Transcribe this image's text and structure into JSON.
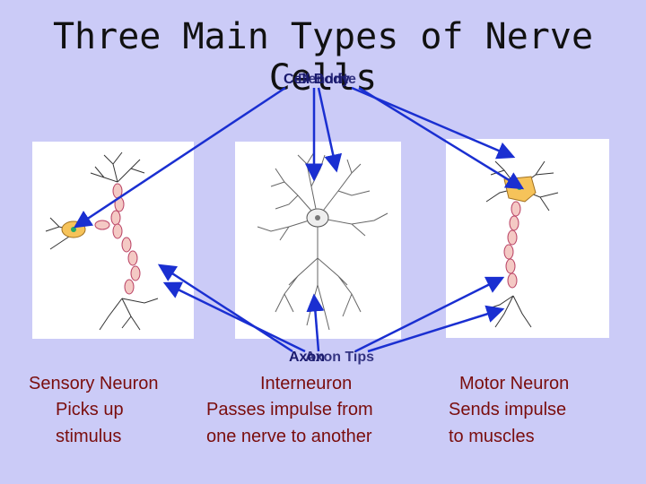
{
  "title": "Three Main Types of Nerve Cells",
  "labels": {
    "cell_body_a": "Cell Body",
    "cell_body_b": "Dendrite",
    "axon_a": "Axon",
    "axon_b": "Axon Tips"
  },
  "neurons": [
    {
      "name": "Sensory Neuron",
      "desc_line1": "Picks up",
      "desc_line2": "stimulus"
    },
    {
      "name": "Interneuron",
      "desc_line1": "Passes impulse from",
      "desc_line2": "one nerve to another"
    },
    {
      "name": "Motor Neuron",
      "desc_line1": "Sends impulse",
      "desc_line2": "to muscles"
    }
  ],
  "colors": {
    "background": "#cbcbf7",
    "arrow": "#1a2fd1",
    "text": "#7a0d0d",
    "cell_body": "#f6c35a",
    "myelin": "#f4c9c4"
  }
}
